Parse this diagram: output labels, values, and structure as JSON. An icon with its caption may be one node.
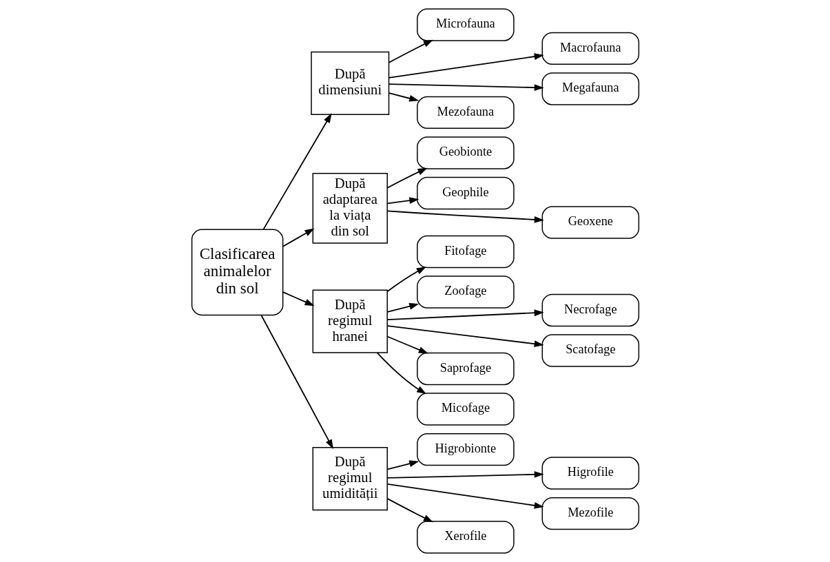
{
  "diagram": {
    "nodes": [
      {
        "text": [
          "Clasificarea animalelor din sol"
        ]
      },
      {
        "text": [
          "După dimensiuni"
        ]
      },
      {
        "text": [
          "Microfauna"
        ]
      },
      {
        "text": [
          "Macrofauna"
        ]
      },
      {
        "text": [
          "Megafauna"
        ]
      },
      {
        "text": [
          "Mezofauna"
        ]
      },
      {
        "text": [
          "După adaptarea la viața din sol"
        ]
      },
      {
        "text": [
          "Geobionte"
        ]
      },
      {
        "text": [
          "Geophile"
        ]
      },
      {
        "text": [
          "Geoxene"
        ]
      },
      {
        "text": [
          "După regimul hranei"
        ]
      },
      {
        "text": [
          "Fitofage"
        ]
      },
      {
        "text": [
          "Zoofage"
        ]
      },
      {
        "text": [
          "Necrofage"
        ]
      },
      {
        "text": [
          "Scatofage"
        ]
      },
      {
        "text": [
          "Saprofage"
        ]
      },
      {
        "text": [
          "Micofage"
        ]
      },
      {
        "text": [
          "După regimul umidității"
        ]
      },
      {
        "text": [
          "Higrobionte"
        ]
      },
      {
        "text": [
          "Higrofile"
        ]
      },
      {
        "text": [
          "Mezofile"
        ]
      },
      {
        "text": [
          "Xerofile"
        ]
      }
    ],
    "edges": [
      {
        "from": 0,
        "to": 1,
        "arrow": "to"
      },
      {
        "from": 0,
        "to": 6,
        "arrow": "to"
      },
      {
        "from": 0,
        "to": 10,
        "arrow": "to"
      },
      {
        "from": 0,
        "to": 17,
        "arrow": "to"
      },
      {
        "from": 1,
        "to": 2,
        "arrow": "to"
      },
      {
        "from": 1,
        "to": 3,
        "arrow": "to"
      },
      {
        "from": 1,
        "to": 4,
        "arrow": "to"
      },
      {
        "from": 1,
        "to": 5,
        "arrow": "to"
      },
      {
        "from": 6,
        "to": 7,
        "arrow": "to"
      },
      {
        "from": 6,
        "to": 8,
        "arrow": "to"
      },
      {
        "from": 6,
        "to": 9,
        "arrow": "to"
      },
      {
        "from": 10,
        "to": 11,
        "arrow": "to"
      },
      {
        "from": 10,
        "to": 12,
        "arrow": "to"
      },
      {
        "from": 10,
        "to": 13,
        "arrow": "to"
      },
      {
        "from": 10,
        "to": 14,
        "arrow": "to"
      },
      {
        "from": 10,
        "to": 15,
        "arrow": "to"
      },
      {
        "from": 10,
        "to": 16,
        "arrow": "to"
      },
      {
        "from": 17,
        "to": 18,
        "arrow": "to"
      },
      {
        "from": 17,
        "to": 19,
        "arrow": "to"
      },
      {
        "from": 17,
        "to": 20,
        "arrow": "to"
      },
      {
        "from": 17,
        "to": 21,
        "arrow": "to"
      }
    ]
  }
}
